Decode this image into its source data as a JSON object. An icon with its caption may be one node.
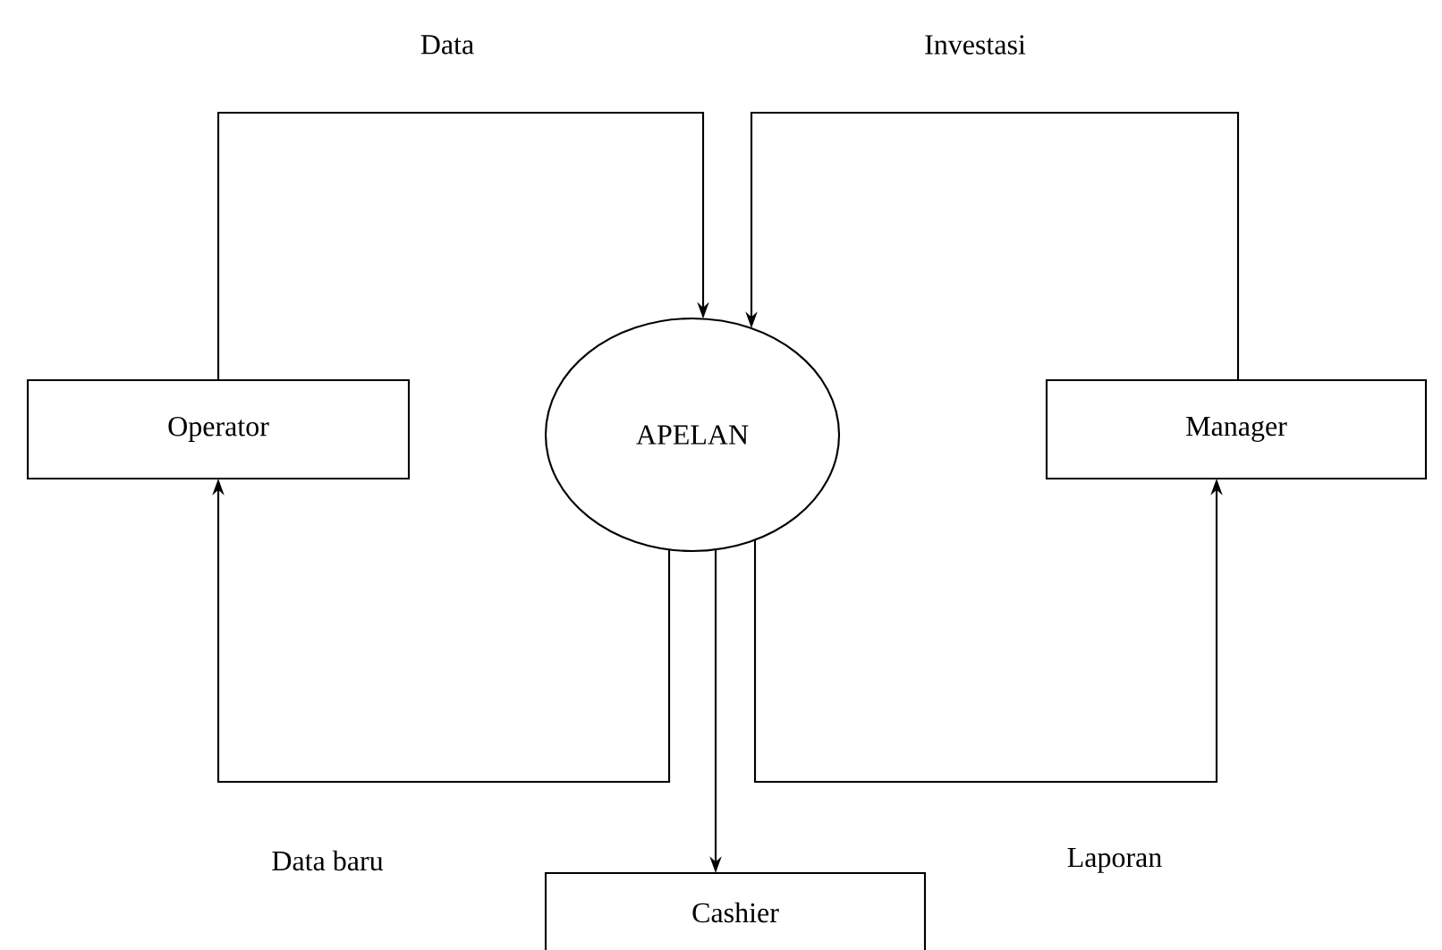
{
  "diagram": {
    "nodes": [
      {
        "text": [
          "Operator"
        ]
      },
      {
        "text": [
          "APELAN"
        ]
      },
      {
        "text": [
          "Manager"
        ]
      },
      {
        "text": [
          "Cashier"
        ]
      }
    ],
    "edges": [
      {
        "from": 0,
        "to": 1,
        "arrow": "to",
        "label": "Data"
      },
      {
        "from": 2,
        "to": 1,
        "arrow": "to",
        "label": "Investasi"
      },
      {
        "from": 1,
        "to": 0,
        "arrow": "to",
        "label": "Data baru"
      },
      {
        "from": 1,
        "to": 3,
        "arrow": "to"
      },
      {
        "from": 1,
        "to": 2,
        "arrow": "to",
        "label": "Laporan"
      }
    ]
  }
}
